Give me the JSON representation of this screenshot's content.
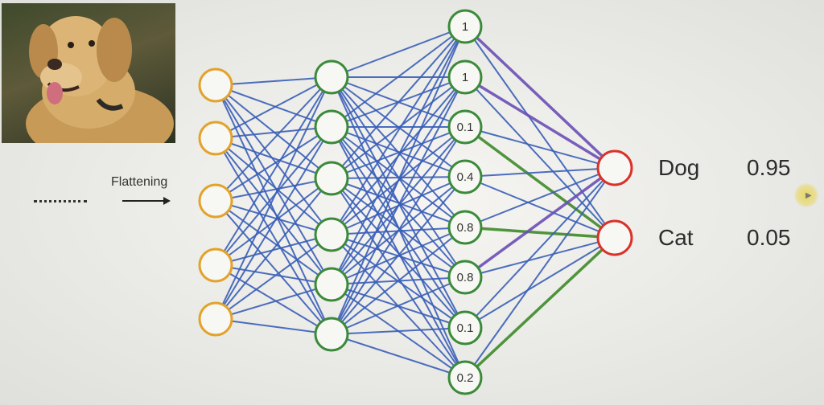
{
  "flatten": {
    "label": "Flattening"
  },
  "network": {
    "layers": [
      {
        "name": "input",
        "neurons": 5
      },
      {
        "name": "hidden-1",
        "neurons": 6
      },
      {
        "name": "hidden-2",
        "neurons": 8,
        "values": [
          "1",
          "1",
          "0.1",
          "0.4",
          "0.8",
          "0.8",
          "0.1",
          "0.2"
        ]
      },
      {
        "name": "output",
        "neurons": 2
      }
    ],
    "highlighted_connections": [
      {
        "from": 0,
        "to": 0,
        "color": "purple"
      },
      {
        "from": 1,
        "to": 0,
        "color": "purple"
      },
      {
        "from": 5,
        "to": 0,
        "color": "purple"
      },
      {
        "from": 2,
        "to": 1,
        "color": "green"
      },
      {
        "from": 4,
        "to": 1,
        "color": "green"
      },
      {
        "from": 7,
        "to": 1,
        "color": "green"
      }
    ]
  },
  "outputs": [
    {
      "label": "Dog",
      "score": "0.95"
    },
    {
      "label": "Cat",
      "score": "0.05"
    }
  ],
  "colors": {
    "input_neuron": "#e3a22a",
    "hidden_neuron": "#3b8a3a",
    "output_neuron": "#d8322a",
    "edge": "#3a5fb8",
    "edge_purple": "#6b4fb6",
    "edge_green": "#3f8a2a"
  }
}
